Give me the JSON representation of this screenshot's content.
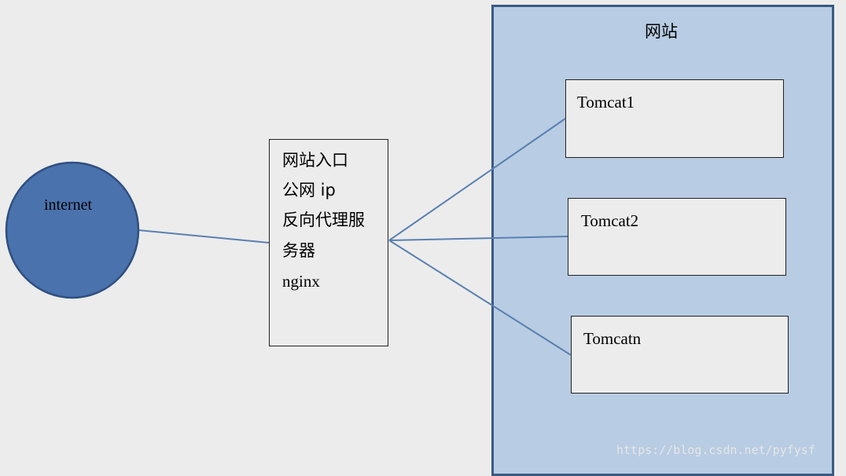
{
  "internet": {
    "label": "internet",
    "fill": "#4a72ad",
    "stroke": "#2f4f80"
  },
  "proxy": {
    "lines": [
      "网站入口",
      "公网 ip",
      "反向代理服",
      "务器",
      "nginx"
    ]
  },
  "website": {
    "title": "网站",
    "fill": "#b8cce3",
    "border": "#3a5a85",
    "servers": [
      {
        "label": "Tomcat1"
      },
      {
        "label": "Tomcat2"
      },
      {
        "label": "Tomcatn"
      }
    ]
  },
  "connector_color": "#5a80b0",
  "watermark": "https://blog.csdn.net/pyfysf"
}
